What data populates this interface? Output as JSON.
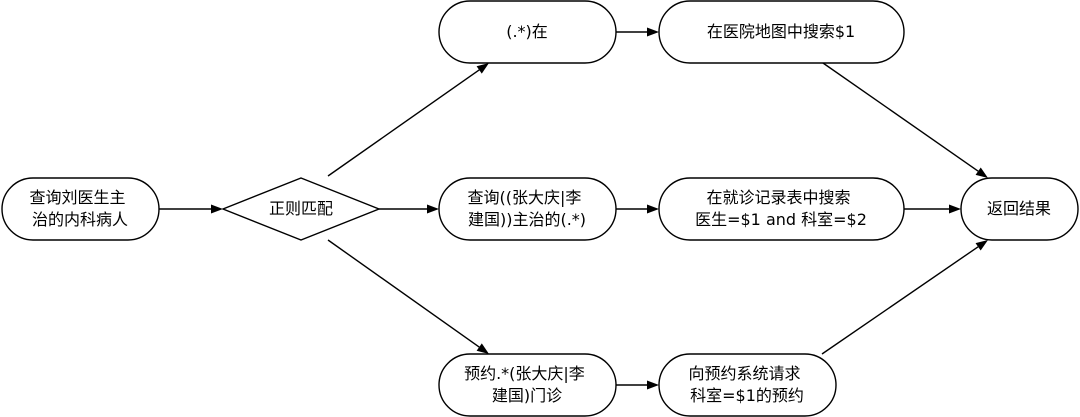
{
  "diagram": {
    "nodes": {
      "query": {
        "lines": [
          "查询刘医生主",
          "治的内科病人"
        ]
      },
      "regex": {
        "lines": [
          "正则匹配"
        ]
      },
      "at": {
        "lines": [
          "(.*)在"
        ]
      },
      "search_map": {
        "lines": [
          "在医院地图中搜索$1"
        ]
      },
      "query_doctor": {
        "lines": [
          "查询((张大庆|李",
          "建国))主治的(.*)"
        ]
      },
      "search_records": {
        "lines": [
          "在就诊记录表中搜索",
          "医生=$1 and 科室=$2"
        ]
      },
      "appointment": {
        "lines": [
          "预约.*(张大庆|李",
          "建国)门诊"
        ]
      },
      "request_system": {
        "lines": [
          "向预约系统请求",
          "科室=$1的预约"
        ]
      },
      "result": {
        "lines": [
          "返回结果"
        ]
      }
    },
    "edges": [
      {
        "from": "query",
        "to": "regex"
      },
      {
        "from": "regex",
        "to": "at"
      },
      {
        "from": "regex",
        "to": "query_doctor"
      },
      {
        "from": "regex",
        "to": "appointment"
      },
      {
        "from": "at",
        "to": "search_map"
      },
      {
        "from": "query_doctor",
        "to": "search_records"
      },
      {
        "from": "appointment",
        "to": "request_system"
      },
      {
        "from": "search_map",
        "to": "result"
      },
      {
        "from": "search_records",
        "to": "result"
      },
      {
        "from": "request_system",
        "to": "result"
      }
    ]
  }
}
